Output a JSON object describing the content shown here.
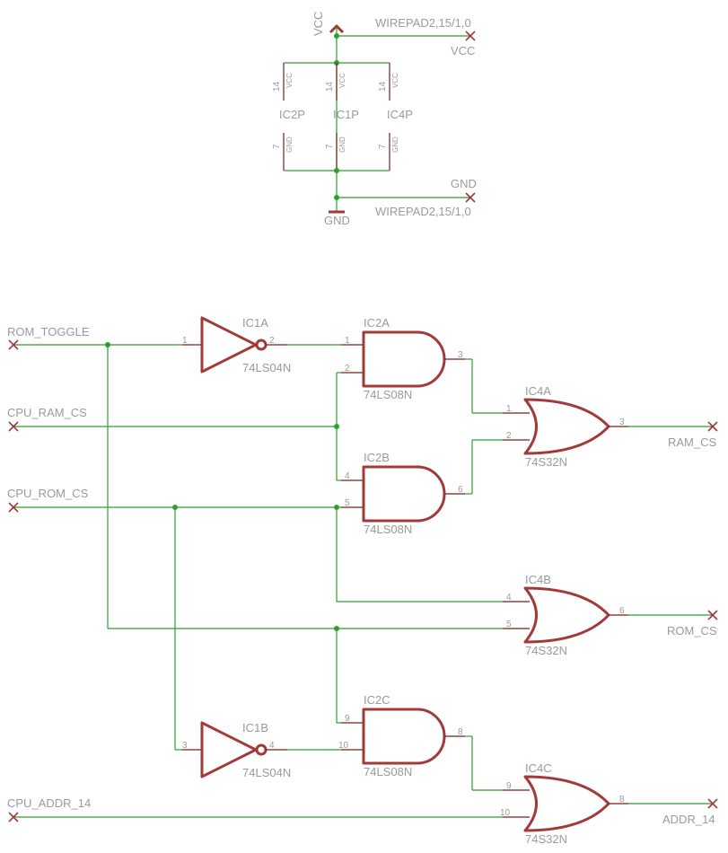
{
  "power": {
    "vcc_symbol": "VCC",
    "vcc_net": "VCC",
    "vcc_pad": "WIREPAD2,15/1,0",
    "gnd_symbol": "GND",
    "gnd_net": "GND",
    "gnd_pad": "WIREPAD2,15/1,0",
    "vcc_pin_num": "14",
    "vcc_pin_name": "VCC",
    "gnd_pin_num": "7",
    "gnd_pin_name": "GND",
    "parts": [
      "IC2P",
      "IC1P",
      "IC4P"
    ]
  },
  "nets": {
    "rom_toggle": "ROM_TOGGLE",
    "cpu_ram_cs": "CPU_RAM_CS",
    "cpu_rom_cs": "CPU_ROM_CS",
    "cpu_addr_14": "CPU_ADDR_14",
    "ram_cs": "RAM_CS",
    "rom_cs": "ROM_CS",
    "addr_14": "ADDR_14"
  },
  "gates": {
    "ic1a": {
      "name": "IC1A",
      "type": "74LS04N",
      "pin_in": "1",
      "pin_out": "2"
    },
    "ic1b": {
      "name": "IC1B",
      "type": "74LS04N",
      "pin_in": "3",
      "pin_out": "4"
    },
    "ic2a": {
      "name": "IC2A",
      "type": "74LS08N",
      "pin_a": "1",
      "pin_b": "2",
      "pin_out": "3"
    },
    "ic2b": {
      "name": "IC2B",
      "type": "74LS08N",
      "pin_a": "4",
      "pin_b": "5",
      "pin_out": "6"
    },
    "ic2c": {
      "name": "IC2C",
      "type": "74LS08N",
      "pin_a": "9",
      "pin_b": "10",
      "pin_out": "8"
    },
    "ic4a": {
      "name": "IC4A",
      "type": "74S32N",
      "pin_a": "1",
      "pin_b": "2",
      "pin_out": "3"
    },
    "ic4b": {
      "name": "IC4B",
      "type": "74S32N",
      "pin_a": "4",
      "pin_b": "5",
      "pin_out": "6"
    },
    "ic4c": {
      "name": "IC4C",
      "type": "74S32N",
      "pin_a": "9",
      "pin_b": "10",
      "pin_out": "8"
    }
  }
}
